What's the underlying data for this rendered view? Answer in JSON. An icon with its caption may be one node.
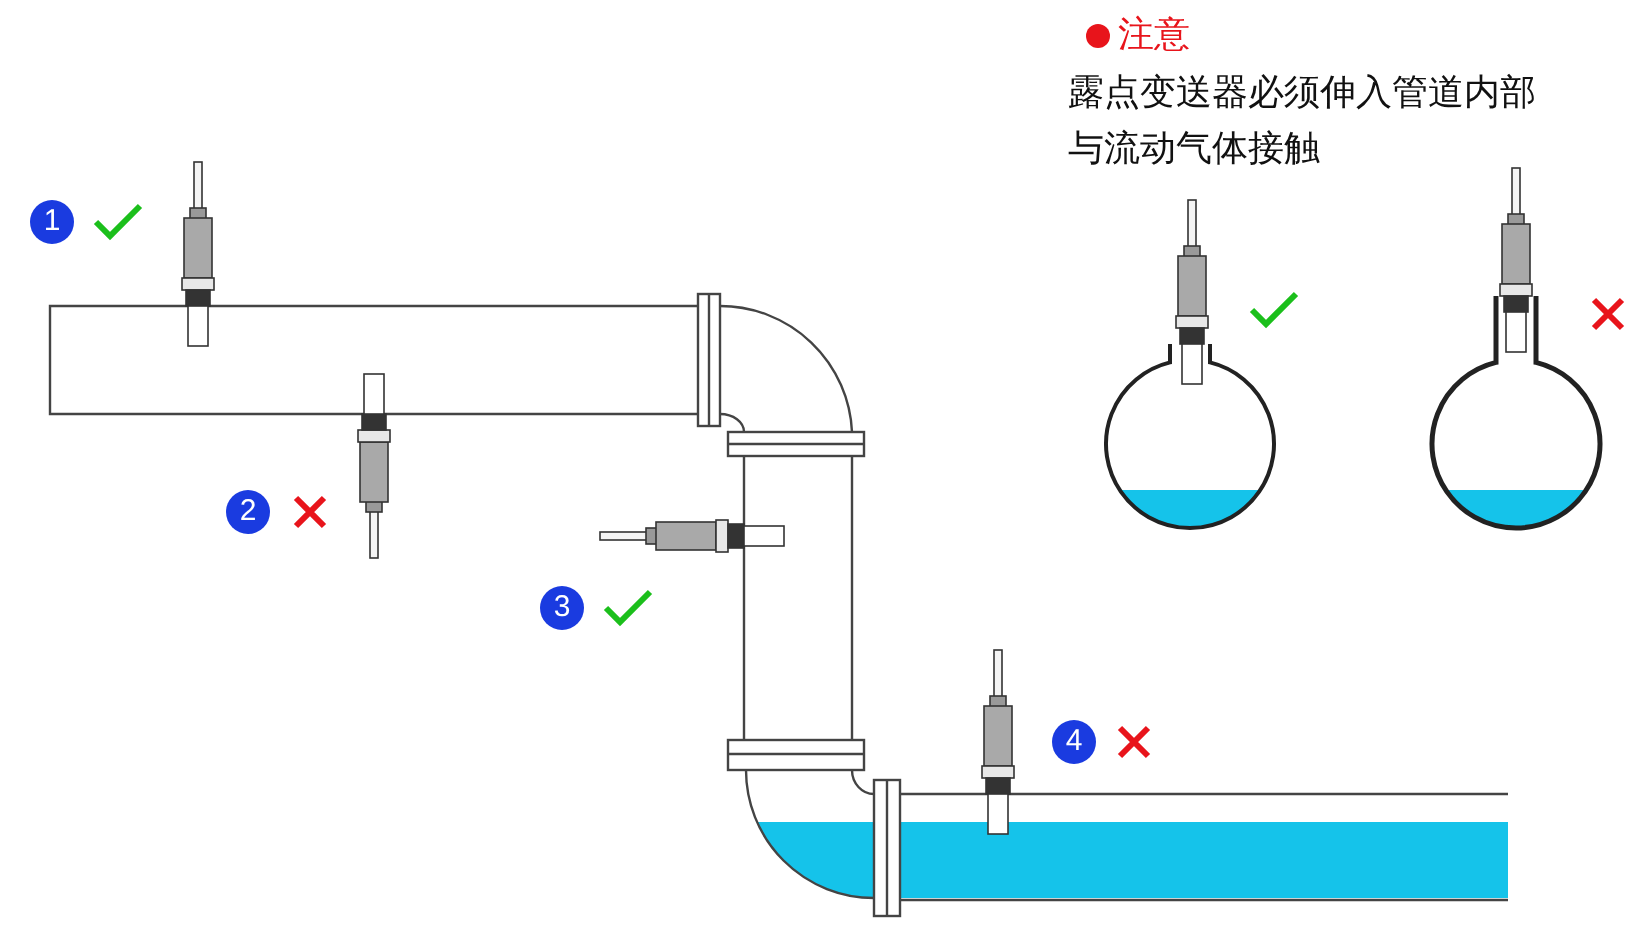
{
  "diagram": {
    "labels": [
      "注意",
      "露点变送器必须伸入管道内部与流动气体接触",
      "1",
      "2",
      "3",
      "4"
    ]
  }
}
